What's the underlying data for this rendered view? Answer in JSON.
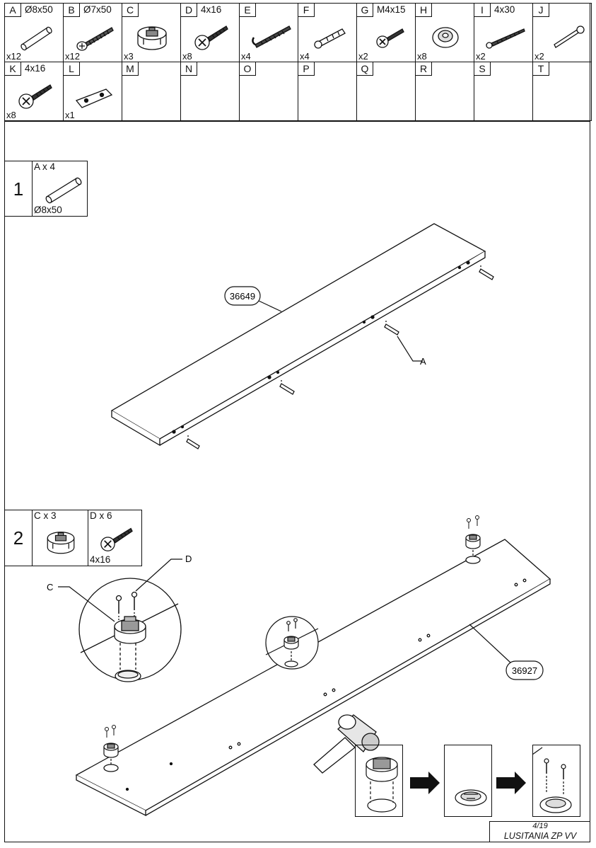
{
  "hardware": [
    {
      "id": "A",
      "size": "Ø8x50",
      "qty": "x12",
      "icon": "wooden-dowel-icon"
    },
    {
      "id": "B",
      "size": "Ø7x50",
      "qty": "x12",
      "icon": "confirmat-screw-icon"
    },
    {
      "id": "C",
      "size": "",
      "qty": "x3",
      "icon": "cam-lock-icon"
    },
    {
      "id": "D",
      "size": "4x16",
      "qty": "x8",
      "icon": "flat-head-screw-icon"
    },
    {
      "id": "E",
      "size": "",
      "qty": "x4",
      "icon": "l-hook-icon"
    },
    {
      "id": "F",
      "size": "",
      "qty": "x4",
      "icon": "wall-plug-icon"
    },
    {
      "id": "G",
      "size": "M4x15",
      "qty": "x2",
      "icon": "bolt-icon"
    },
    {
      "id": "H",
      "size": "",
      "qty": "x8",
      "icon": "washer-cap-icon"
    },
    {
      "id": "I",
      "size": "4x30",
      "qty": "x2",
      "icon": "long-screw-icon"
    },
    {
      "id": "J",
      "size": "",
      "qty": "x2",
      "icon": "pin-icon"
    },
    {
      "id": "K",
      "size": "4x16",
      "qty": "x8",
      "icon": "pan-head-screw-icon"
    },
    {
      "id": "L",
      "size": "",
      "qty": "x1",
      "icon": "metal-plate-icon"
    },
    {
      "id": "M",
      "size": "",
      "qty": "",
      "icon": ""
    },
    {
      "id": "N",
      "size": "",
      "qty": "",
      "icon": ""
    },
    {
      "id": "O",
      "size": "",
      "qty": "",
      "icon": ""
    },
    {
      "id": "P",
      "size": "",
      "qty": "",
      "icon": ""
    },
    {
      "id": "Q",
      "size": "",
      "qty": "",
      "icon": ""
    },
    {
      "id": "R",
      "size": "",
      "qty": "",
      "icon": ""
    },
    {
      "id": "S",
      "size": "",
      "qty": "",
      "icon": ""
    },
    {
      "id": "T",
      "size": "",
      "qty": "",
      "icon": ""
    }
  ],
  "step1": {
    "number": "1",
    "part_label": "A x 4",
    "part_size": "Ø8x50",
    "panel_code": "36649",
    "callout_a": "A"
  },
  "step2": {
    "number": "2",
    "part1_label": "C x 3",
    "part2_label": "D x 6",
    "part2_size": "4x16",
    "panel_code": "36927",
    "callout_c": "C",
    "callout_d": "D"
  },
  "footer": {
    "page": "4/19",
    "title": "LUSITANIA ZP VV"
  },
  "colors": {
    "line": "#111111",
    "background": "#ffffff",
    "shade": "#d9d9d9"
  }
}
